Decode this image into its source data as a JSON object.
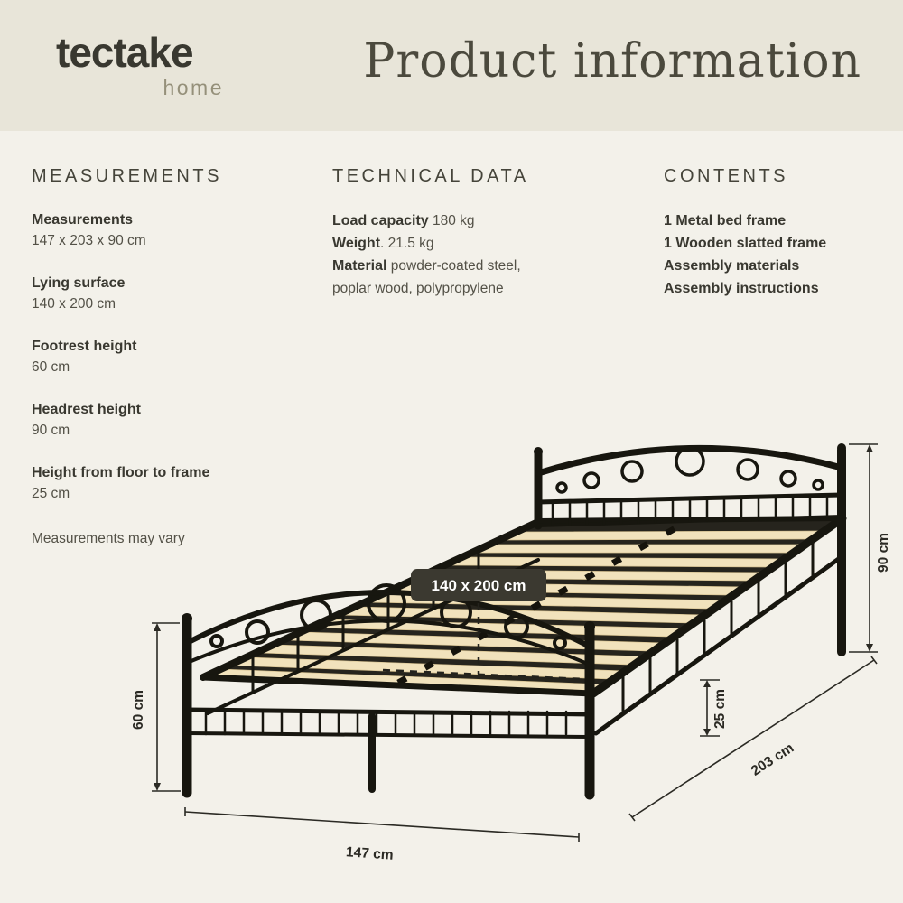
{
  "header": {
    "brand": "tectake",
    "brand_sub": "home",
    "title": "Product information"
  },
  "measurements": {
    "heading": "MEASUREMENTS",
    "items": [
      {
        "label": "Measurements",
        "value": "147 x 203 x 90 cm"
      },
      {
        "label": "Lying surface",
        "value": "140 x 200 cm"
      },
      {
        "label": "Footrest height",
        "value": "60 cm"
      },
      {
        "label": "Headrest height",
        "value": "90 cm"
      },
      {
        "label": "Height from floor to frame",
        "value": "25 cm"
      }
    ],
    "note": "Measurements may vary"
  },
  "technical": {
    "heading": "TECHNICAL DATA",
    "rows": [
      {
        "label": "Load capacity",
        "value": " 180 kg"
      },
      {
        "label": "Weight",
        "value": ". 21.5 kg"
      },
      {
        "label": "Material",
        "value": " powder-coated steel,"
      },
      {
        "label": "",
        "value": "poplar wood, polypropylene"
      }
    ]
  },
  "contents": {
    "heading": "CONTENTS",
    "items": [
      "1 Metal bed frame",
      "1 Wooden slatted frame",
      "Assembly materials",
      "Assembly instructions"
    ]
  },
  "diagram": {
    "badge": "140 x 200 cm",
    "dims": {
      "headrest": "90 cm",
      "footrest": "60 cm",
      "floor_to_frame": "25 cm",
      "length": "203 cm",
      "width": "147 cm"
    }
  },
  "colors": {
    "background": "#f3f1ea",
    "header_background": "#e8e5d9",
    "text_dark": "#393830",
    "badge_background": "#3b3930",
    "slat_wood": "#f1e2bc",
    "frame_black": "#17160f"
  }
}
